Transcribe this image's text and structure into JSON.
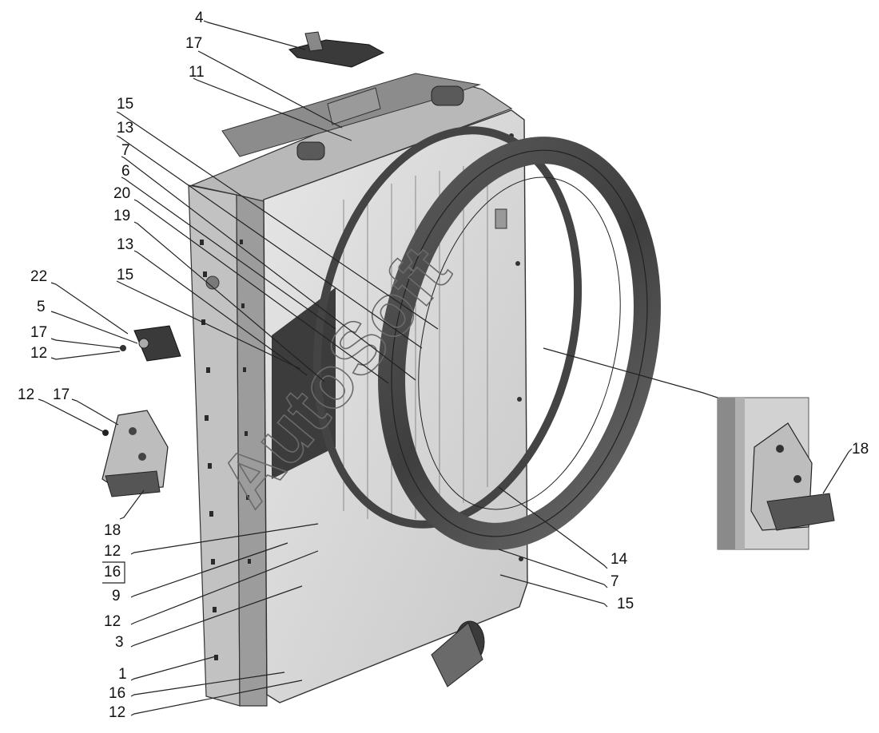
{
  "labels": {
    "l4": "4",
    "l17a": "17",
    "l11": "11",
    "l15a": "15",
    "l13a": "13",
    "l7a": "7",
    "l6": "6",
    "l20": "20",
    "l19": "19",
    "l13b": "13",
    "l22": "22",
    "l15b": "15",
    "l5": "5",
    "l17b": "17",
    "l12a": "12",
    "l12b": "12",
    "l17c": "17",
    "l18a": "18",
    "l12c": "12",
    "l16a": "16",
    "l9": "9",
    "l12d": "12",
    "l3": "3",
    "l1": "1",
    "l16b": "16",
    "l12e": "12",
    "l18b": "18",
    "l14": "14",
    "l7b": "7",
    "l15c": "15"
  },
  "watermark": "AutoSoft",
  "colors": {
    "ink": "#111111",
    "metal_light": "#d4d4d4",
    "metal_mid": "#a8a8a8",
    "metal_dark": "#4e4e4e"
  }
}
